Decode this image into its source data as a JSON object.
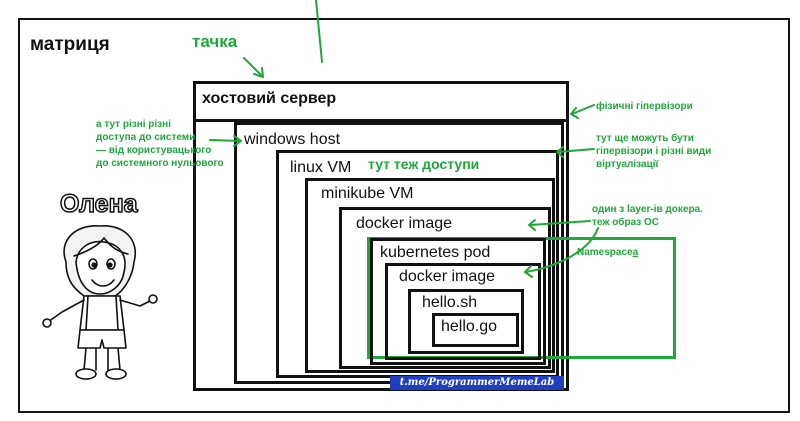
{
  "title": "матриця",
  "tachka": "тачка",
  "olena": "Олена",
  "boxes": {
    "host_server": "хостовий сервер",
    "windows_host": "windows host",
    "linux_vm": "linux VM",
    "minikube_vm": "minikube VM",
    "docker_image_outer": "docker image",
    "kubernetes_pod": "kubernetes pod",
    "docker_image_inner": "docker image",
    "hello_sh": "hello.sh",
    "hello_go": "hello.go"
  },
  "notes": {
    "access_left": [
      "а тут різні різні",
      "доступа до системи",
      "— від користувацького",
      "до системного нульового"
    ],
    "access_here": "тут теж доступи",
    "physical_hypervisors": "фізичні гіпервізори",
    "more_hypervisors": [
      "тут ще можуть бути",
      "гіпервізори і різні види",
      "віртуалізації"
    ],
    "docker_layer": [
      "один з layer-ів докера.",
      "теж образ ОС"
    ],
    "namespace": "Namespace",
    "namespace_suffix": "a"
  },
  "watermark": "t.me/ProgrammerMemeLab",
  "colors": {
    "green": "#1fa83a",
    "black": "#111111",
    "watermark_bg": "#1f3fbf"
  }
}
